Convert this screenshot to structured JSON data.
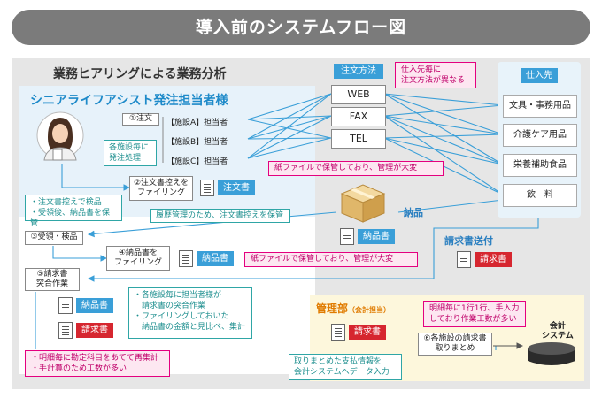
{
  "title": "導入前のシステムフロー図",
  "analysis_title": "業務ヒアリングによる業務分析",
  "senior_title": "シニアライフアシスト発注担当者様",
  "order_step": "①注文",
  "facilities": [
    "【施設A】担当者",
    "【施設B】担当者",
    "【施設C】担当者"
  ],
  "per_facility_note": [
    "各施設毎に",
    "発注処理"
  ],
  "step2": [
    "②注文書控えを",
    "ファイリング"
  ],
  "order_doc": "注文書",
  "history_note": "履歴管理のため、注文書控えを保管",
  "inspect_note": [
    "・注文書控えで検品",
    "・受領後、納品書を保管"
  ],
  "step3": "③受領・検品",
  "step4": [
    "④納品書を",
    "ファイリング"
  ],
  "delivery_doc": "納品書",
  "paper_note_1": "紙ファイルで保管しており、管理が大変",
  "paper_note_2": "紙ファイルで保管しており、管理が大変",
  "step5": [
    "⑤請求書",
    "突合作業"
  ],
  "invoice_doc": "請求書",
  "reconcile_note": [
    "・各施設毎に担当者様が",
    "　請求書の突合作業",
    "・ファイリングしておいた",
    "　納品書の金額と見比べ、集計"
  ],
  "bottom_note": [
    "・明細毎に勘定科目をあてて再集計",
    "・手計算のため工数が多い"
  ],
  "order_method_label": "注文方法",
  "methods": [
    "WEB",
    "FAX",
    "TEL"
  ],
  "method_note": [
    "仕入先毎に",
    "注文方法が異なる"
  ],
  "supplier_label": "仕入先",
  "suppliers": [
    "文具・事務用品",
    "介護ケア用品",
    "栄養補助食品",
    "飲　料"
  ],
  "delivery_label": "納品",
  "invoice_send_label": "請求書送付",
  "mgmt_title": "管理部",
  "mgmt_sub": "（会計担当）",
  "step6": [
    "⑥各施設の請求書",
    "取りまとめ"
  ],
  "mgmt_note": [
    "明細毎に1行1行、手入力",
    "しており作業工数が多い"
  ],
  "accounting_system": [
    "会計",
    "システム"
  ],
  "summary_note": [
    "取りまとめた支払情報を",
    "会計システムへデータ入力"
  ]
}
